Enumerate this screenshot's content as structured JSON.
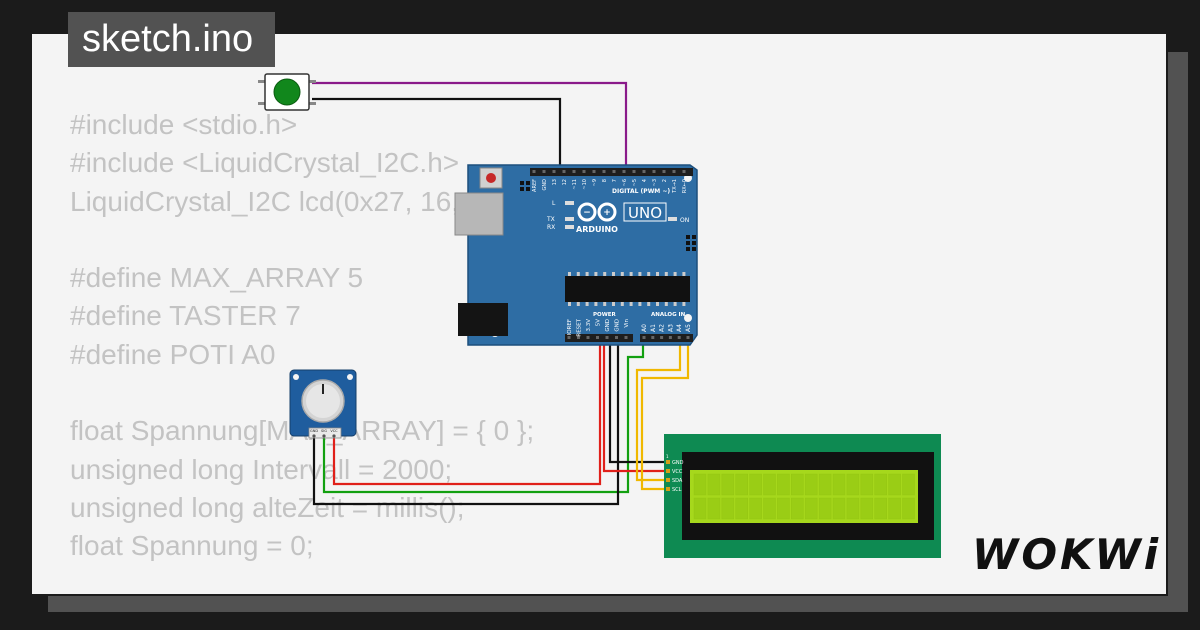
{
  "tab_title": "sketch.ino",
  "code_lines": [
    "#include <stdio.h>",
    "#include <LiquidCrystal_I2C.h>",
    "LiquidCrystal_I2C lcd(0x27, 16, 2);",
    "",
    "#define MAX_ARRAY 5",
    "#define TASTER 7",
    "#define POTI A0",
    "",
    "float Spannung[MAX_ARRAY] = { 0 };",
    "unsigned long Intervall = 2000;",
    "unsigned long alteZeit = millis();",
    "float Spannung = 0;"
  ],
  "brand": "WOKWi",
  "board": {
    "model_label": "UNO",
    "maker_label": "ARDUINO",
    "digital_header_label": "DIGITAL (PWM ~)",
    "power_label": "POWER",
    "analog_label": "ANALOG IN",
    "led_labels": {
      "l": "L",
      "tx": "TX",
      "rx": "RX",
      "on": "ON"
    },
    "digital_pins": [
      "AREF",
      "GND",
      "13",
      "12",
      "~11",
      "~10",
      "~9",
      "8",
      "7",
      "~6",
      "~5",
      "4",
      "~3",
      "2",
      "TX→1",
      "RX←0"
    ],
    "power_pins": [
      "IOREF",
      "RESET",
      "3.3V",
      "5V",
      "GND",
      "GND",
      "Vin"
    ],
    "analog_pins": [
      "A0",
      "A1",
      "A2",
      "A3",
      "A4",
      "A5"
    ]
  },
  "pot_pins": [
    "GND",
    "SIG",
    "VCC"
  ],
  "lcd_pins": [
    "GND",
    "VCC",
    "SDA",
    "SCL"
  ],
  "lcd_pin_index": "1",
  "colors": {
    "board": "#2e6da4",
    "lcd_frame": "#0e8a52",
    "lcd_screen": "#a6d81c",
    "button_cap": "#11871c",
    "wire_black": "#111111",
    "wire_red": "#e0201a",
    "wire_green": "#12a010",
    "wire_yellow": "#f0b800",
    "wire_purple": "#8a1a8a"
  }
}
